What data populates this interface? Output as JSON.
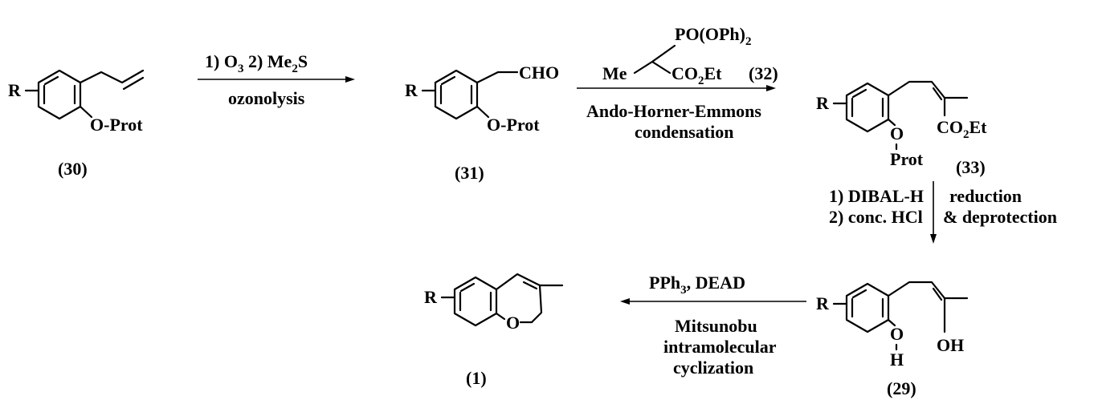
{
  "compounds": {
    "c30": {
      "number": "(30)",
      "substituent": "R",
      "group": "O-Prot",
      "vinyl": ""
    },
    "c31": {
      "number": "(31)",
      "substituent": "R",
      "group": "O-Prot",
      "aldehyde": "CHO"
    },
    "c33": {
      "number": "(33)",
      "substituent": "R",
      "oxygen": "O",
      "prot": "Prot",
      "ester": "CO",
      "ester_sub": "2",
      "ester_end": "Et"
    },
    "c29": {
      "number": "(29)",
      "substituent": "R",
      "oxygen": "O",
      "hydrogen": "H",
      "hydroxyl": "OH"
    },
    "c1": {
      "number": "(1)",
      "substituent": "R",
      "ring_oxygen": "O"
    }
  },
  "reagent_32": {
    "phosphonate": "PO(OPh)",
    "phosphonate_sub": "2",
    "methyl": "Me",
    "ester": "CO",
    "ester_sub": "2",
    "ester_end": "Et",
    "number": "(32)"
  },
  "steps": {
    "step1": {
      "reagents_a": "1) O",
      "reagents_a_sub": "3",
      "reagents_b": "  2) Me",
      "reagents_b_sub": "2",
      "reagents_b_end": "S",
      "name": "ozonolysis"
    },
    "step2": {
      "name_line1": "Ando-Horner-Emmons",
      "name_line2": "condensation"
    },
    "step3": {
      "reagent_line1": "1) DIBAL-H",
      "reagent_line2": "2) conc. HCl",
      "name_line1": "reduction",
      "name_line2": "& deprotection"
    },
    "step4": {
      "reagents": "PPh",
      "reagents_sub": "3",
      "reagents_end": ", DEAD",
      "name_line1": "Mitsunobu",
      "name_line2": "intramolecular",
      "name_line3": "cyclization"
    }
  }
}
